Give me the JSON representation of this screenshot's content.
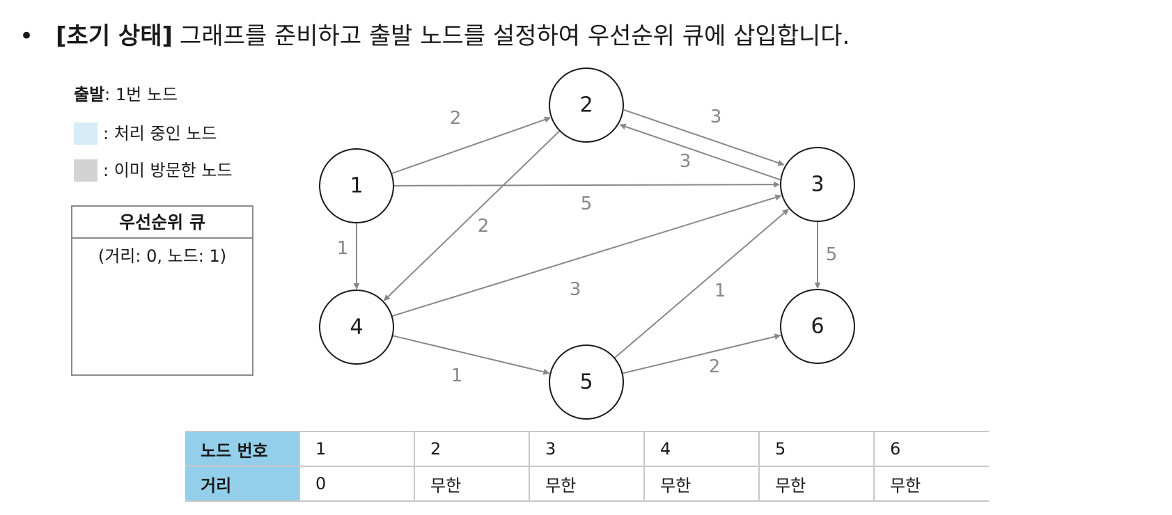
{
  "headline": {
    "bullet": "•",
    "tag": "[초기 상태]",
    "text": "그래프를 준비하고 출발 노드를 설정하여 우선순위 큐에 삽입합니다."
  },
  "legend": {
    "start_label": "출발",
    "start_value": ": 1번 노드",
    "processing": ": 처리 중인 노드",
    "visited": ": 이미 방문한 노드",
    "processing_color": "#d6ecf7",
    "visited_color": "#d3d3d3"
  },
  "priority_queue": {
    "title": "우선순위 큐",
    "items": [
      "(거리: 0, 노드: 1)"
    ]
  },
  "graph": {
    "nodes": [
      "1",
      "2",
      "3",
      "4",
      "5",
      "6"
    ],
    "edges": [
      {
        "from": "1",
        "to": "2",
        "weight": "2"
      },
      {
        "from": "1",
        "to": "3",
        "weight": "5"
      },
      {
        "from": "1",
        "to": "4",
        "weight": "1"
      },
      {
        "from": "2",
        "to": "3",
        "weight": "3"
      },
      {
        "from": "3",
        "to": "2",
        "weight": "3"
      },
      {
        "from": "2",
        "to": "4",
        "weight": "2"
      },
      {
        "from": "4",
        "to": "3",
        "weight": "3"
      },
      {
        "from": "4",
        "to": "5",
        "weight": "1"
      },
      {
        "from": "5",
        "to": "3",
        "weight": "1"
      },
      {
        "from": "5",
        "to": "6",
        "weight": "2"
      },
      {
        "from": "3",
        "to": "6",
        "weight": "5"
      }
    ]
  },
  "table": {
    "row1_header": "노드 번호",
    "row2_header": "거리",
    "nodes": [
      "1",
      "2",
      "3",
      "4",
      "5",
      "6"
    ],
    "distances": [
      "0",
      "무한",
      "무한",
      "무한",
      "무한",
      "무한"
    ],
    "header_color": "#93cfea"
  }
}
